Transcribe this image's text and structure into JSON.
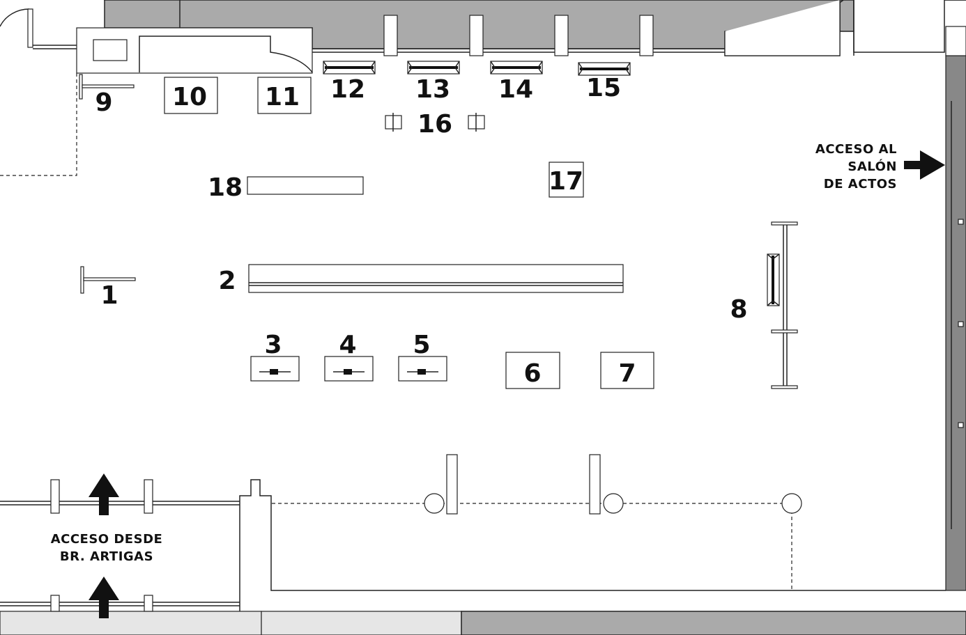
{
  "plan": {
    "labels": {
      "s1": "1",
      "s2": "2",
      "s3": "3",
      "s4": "4",
      "s5": "5",
      "s6": "6",
      "s7": "7",
      "s8": "8",
      "s9": "9",
      "s10": "10",
      "s11": "11",
      "s12": "12",
      "s13": "13",
      "s14": "14",
      "s15": "15",
      "s16": "16",
      "s17": "17",
      "s18": "18"
    },
    "access_salon": [
      "ACCESO AL",
      "SALÓN",
      "DE ACTOS"
    ],
    "access_artigas": [
      "ACCESO DESDE",
      "BR. ARTIGAS"
    ]
  }
}
